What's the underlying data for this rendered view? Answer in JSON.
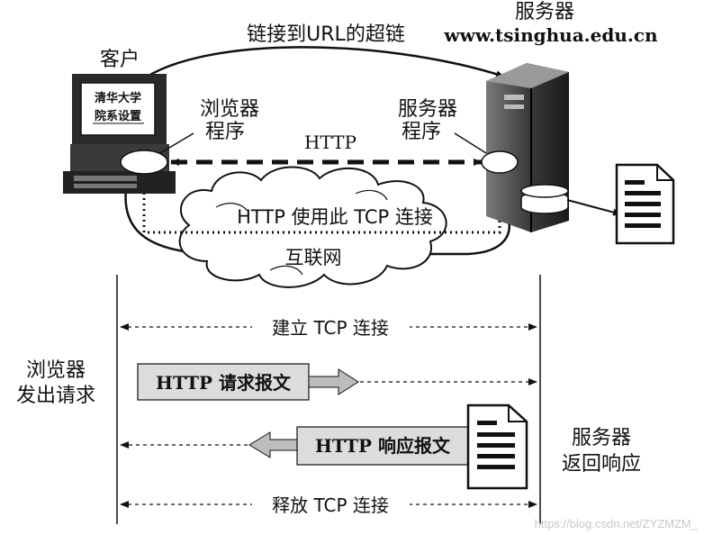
{
  "top": {
    "url_hyperlink_label": "链接到URL的超链",
    "server_label": "服务器",
    "server_host": "www.tsinghua.edu.cn",
    "client_label": "客户",
    "screen_line1": "清华大学",
    "screen_line2": "院系设置",
    "browser_program_line1": "浏览器",
    "browser_program_line2": "程序",
    "server_program_line1": "服务器",
    "server_program_line2": "程序",
    "http_label": "HTTP",
    "tcp_usage_label": "HTTP 使用此 TCP 连接",
    "internet_label": "互联网"
  },
  "timeline": {
    "establish_tcp": "建立 TCP 连接",
    "browser_sends_line1": "浏览器",
    "browser_sends_line2": "发出请求",
    "request_message": "HTTP 请求报文",
    "response_message": "HTTP 响应报文",
    "server_returns_line1": "服务器",
    "server_returns_line2": "返回响应",
    "release_tcp": "释放 TCP 连接"
  },
  "watermark": "https://blog.csdn.net/ZYZMZM_"
}
